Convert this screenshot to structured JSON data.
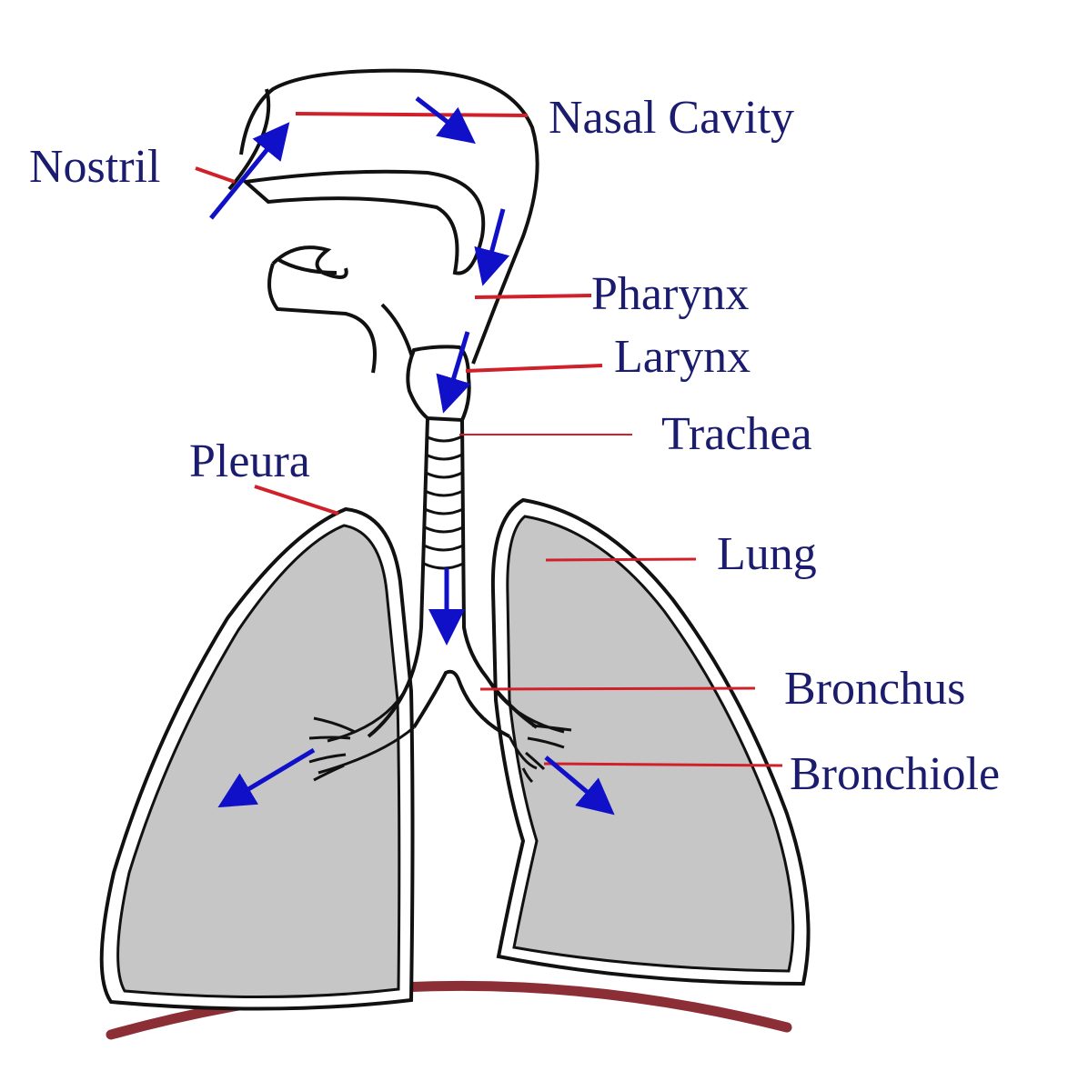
{
  "colors": {
    "label_text": "#1c1c6e",
    "leader_line": "#d0202a",
    "airflow_arrow": "#1010c8",
    "outline": "#111111",
    "lung_fill": "#c6c6c6",
    "diaphragm": "#8b2e35",
    "background": "#ffffff"
  },
  "labels": {
    "nasal_cavity": "Nasal Cavity",
    "nostril": "Nostril",
    "pharynx": "Pharynx",
    "larynx": "Larynx",
    "trachea": "Trachea",
    "pleura": "Pleura",
    "lung": "Lung",
    "bronchus": "Bronchus",
    "bronchiole": "Bronchiole"
  },
  "icons": {
    "airflow": "arrow-icon"
  }
}
